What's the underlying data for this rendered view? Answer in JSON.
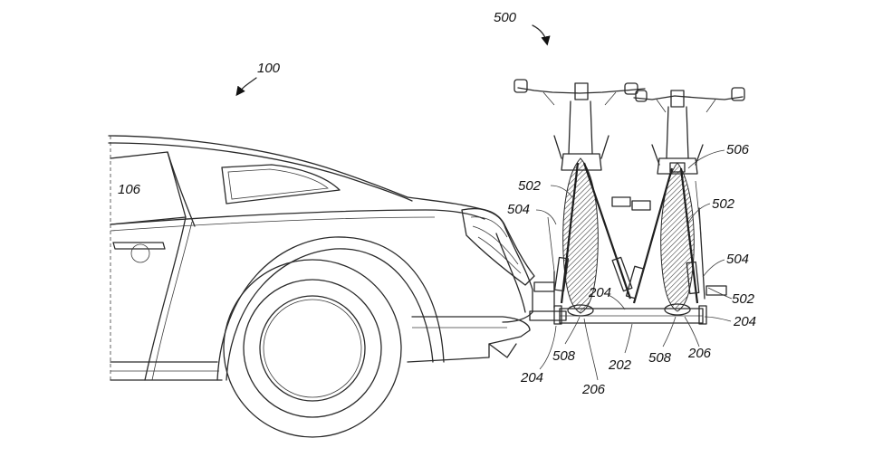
{
  "figure": {
    "labels": {
      "l100": "100",
      "l500": "500",
      "l106": "106",
      "l502a": "502",
      "l502b": "502",
      "l502c": "502",
      "l504a": "504",
      "l504b": "504",
      "l506": "506",
      "l204a": "204",
      "l204b": "204",
      "l204c": "204",
      "l508a": "508",
      "l508b": "508",
      "l206a": "206",
      "l206b": "206",
      "l202": "202"
    }
  }
}
